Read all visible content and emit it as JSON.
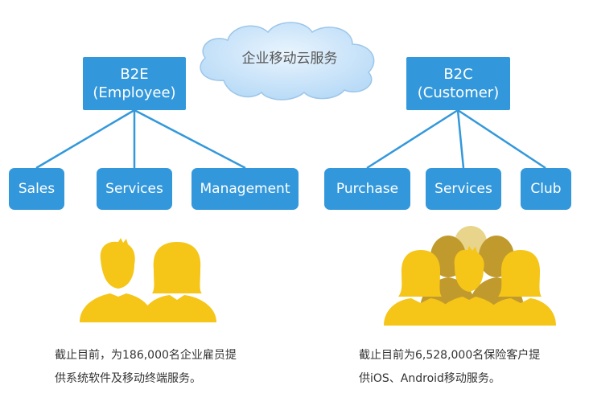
{
  "cloud": {
    "label": "企业移动云服务",
    "color": "#c6e2fa"
  },
  "b2e": {
    "line1": "B2E",
    "line2": "(Employee)",
    "children": [
      "Sales",
      "Services",
      "Management"
    ],
    "caption_line1": "截止目前，为186,000名企业雇员提",
    "caption_line2": "供系统软件及移动终端服务。",
    "icon": "two-people-icon"
  },
  "b2c": {
    "line1": "B2C",
    "line2": "(Customer)",
    "children": [
      "Purchase",
      "Services",
      "Club"
    ],
    "caption_line1": "截止目前为6,528,000名保险客户提",
    "caption_line2": "供iOS、Android移动服务。",
    "icon": "crowd-people-icon"
  },
  "colors": {
    "box": "#3398db",
    "people": "#f5c518",
    "people_dark": "#c19a2e",
    "people_light": "#e8d48a"
  }
}
